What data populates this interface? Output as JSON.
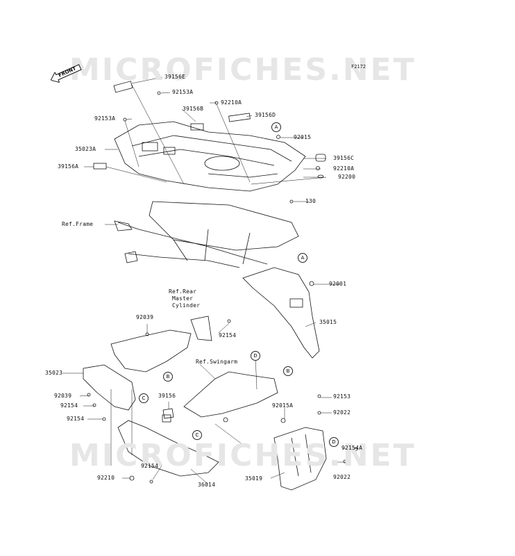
{
  "watermark": "MICROFICHES.NET",
  "figure_code": "F2172",
  "front_label": "FRONT",
  "ref_circles": [
    "A",
    "A",
    "B",
    "B",
    "C",
    "C",
    "D",
    "D"
  ],
  "labels": {
    "l39156E": "39156E",
    "l92153A_1": "92153A",
    "l92153A_2": "92153A",
    "l92210A_1": "92210A",
    "l39156B": "39156B",
    "l39156D": "39156D",
    "l92015": "92015",
    "l35023A": "35023A",
    "l39156A": "39156A",
    "l39156C": "39156C",
    "l92210A_2": "92210A",
    "l92200": "92200",
    "l130": "130",
    "refFrame": "Ref.Frame",
    "l92001": "92001",
    "refRearMaster": "Ref.Rear\n Master\n Cylinder",
    "l35015": "35015",
    "l92039_1": "92039",
    "l92154_1": "92154",
    "refSwingarm": "Ref.Swingarm",
    "l35023": "35023",
    "l92039_2": "92039",
    "l92154_2": "92154",
    "l92154_3": "92154",
    "l39156": "39156",
    "l92015A": "92015A",
    "l92153": "92153",
    "l92022_1": "92022",
    "l92154A": "92154A",
    "l92154_4": "92154",
    "l92210": "92210",
    "l36014": "36014",
    "l35019": "35019",
    "l92022_2": "92022"
  }
}
